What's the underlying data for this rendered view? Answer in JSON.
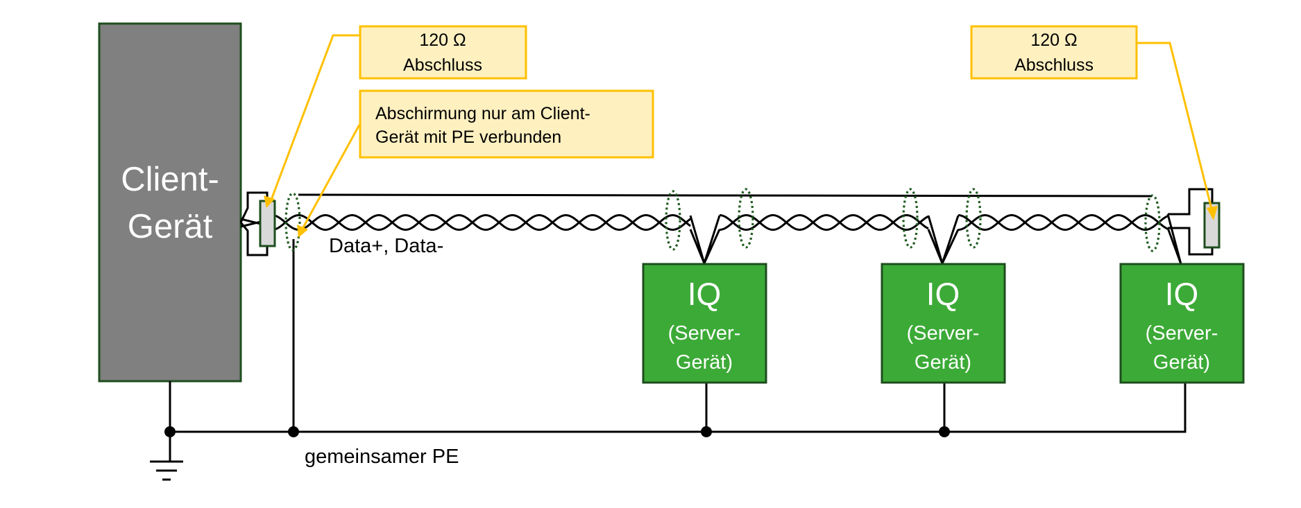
{
  "client_device": {
    "label_line1": "Client-",
    "label_line2": "Gerät",
    "fill_color": "#808080",
    "border_color": "#1e4d1e"
  },
  "server_devices": [
    {
      "title": "IQ",
      "subtitle_line1": "(Server-",
      "subtitle_line2": "Gerät)"
    },
    {
      "title": "IQ",
      "subtitle_line1": "(Server-",
      "subtitle_line2": "Gerät)"
    },
    {
      "title": "IQ",
      "subtitle_line1": "(Server-",
      "subtitle_line2": "Gerät)"
    }
  ],
  "server_fill_color": "#3caa37",
  "server_border_color": "#1e4d1e",
  "callouts": {
    "termination_left": {
      "line1": "120 Ω",
      "line2": "Abschluss"
    },
    "shield_note": {
      "line1": "Abschirmung nur am Client-",
      "line2": "Gerät mit PE verbunden"
    },
    "termination_right": {
      "line1": "120 Ω",
      "line2": "Abschluss"
    }
  },
  "callout_fill_color": "#fff0c0",
  "callout_border_color": "#ffc000",
  "labels": {
    "data_lines": "Data+, Data-",
    "common_pe": "gemeinsamer PE"
  },
  "resistor_fill_color": "#d9d9d9",
  "shield_color": "#1e5a1e"
}
